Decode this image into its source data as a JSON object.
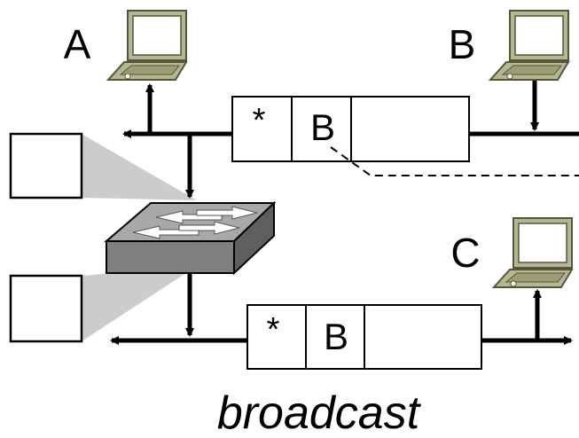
{
  "hosts": {
    "a": {
      "label": "A"
    },
    "b": {
      "label": "B"
    },
    "c": {
      "label": "C"
    }
  },
  "frames": {
    "top": {
      "field1": "*",
      "field2": "B"
    },
    "bottom": {
      "field1": "*",
      "field2": "B"
    }
  },
  "caption": "broadcast",
  "colors": {
    "laptop_body": "#b7b78f",
    "laptop_screen": "#ffffff",
    "switch_top": "#9a9a9a",
    "switch_front": "#7a7a7a",
    "switch_side": "#5c5c5c",
    "port_table_shadow": "#cccccc"
  }
}
